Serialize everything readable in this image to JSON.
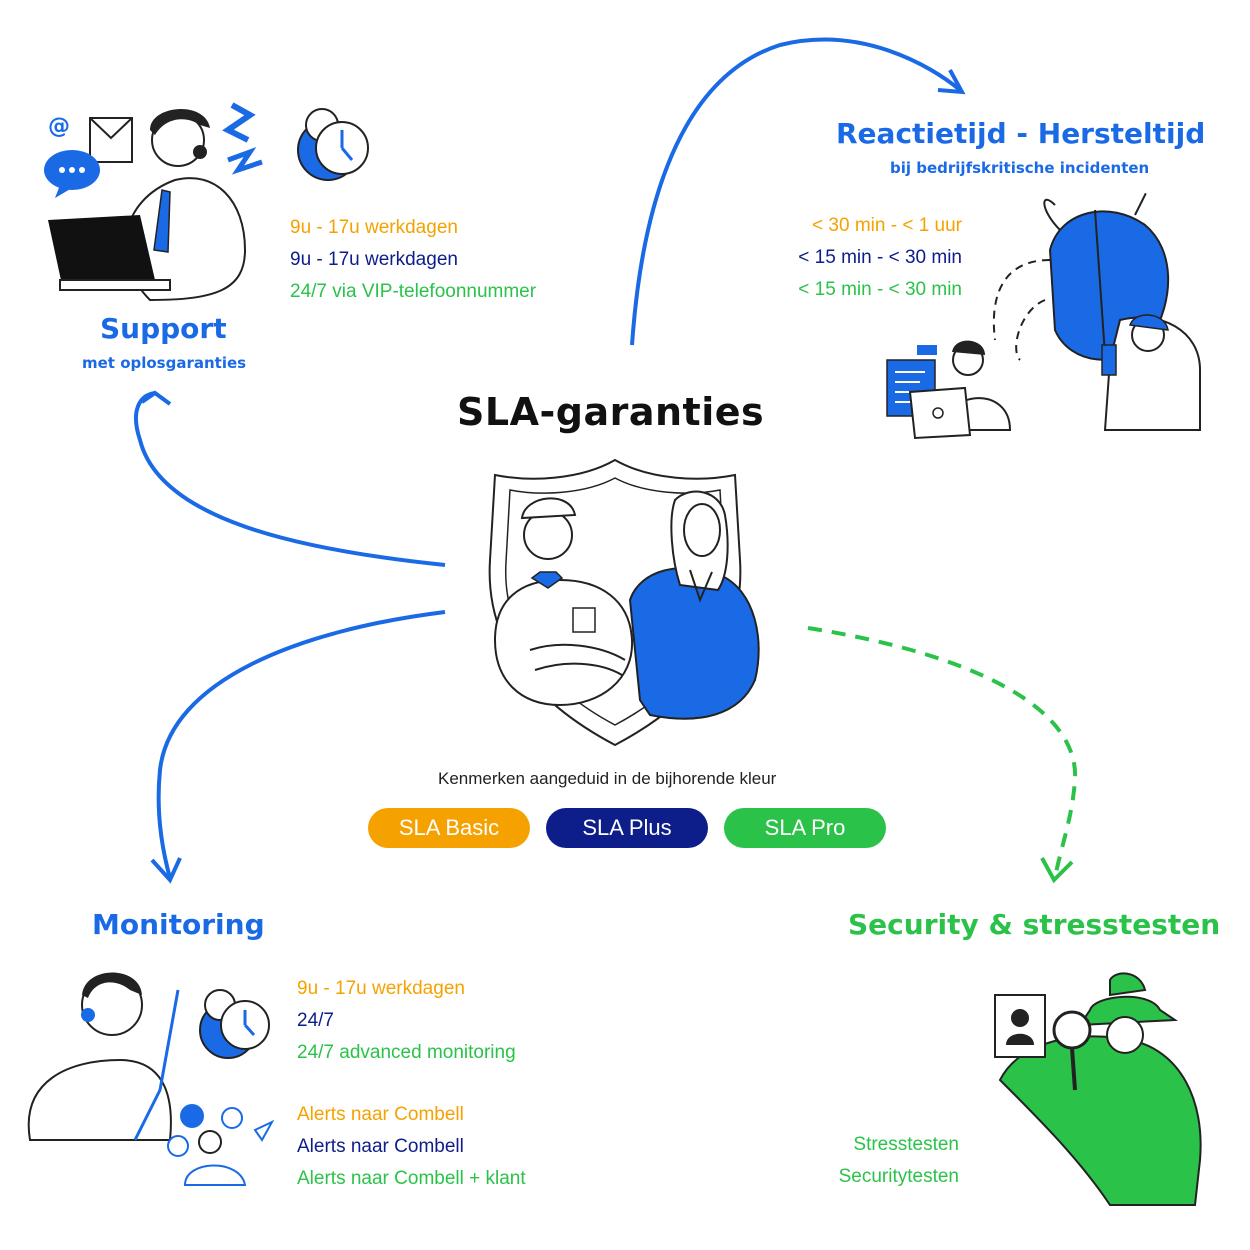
{
  "title": "SLA-garanties",
  "legend": {
    "caption": "Kenmerken aangeduid in de bijhorende kleur",
    "levels": [
      {
        "label": "SLA Basic",
        "color": "#f5a200"
      },
      {
        "label": "SLA Plus",
        "color": "#0d1d8a"
      },
      {
        "label": "SLA Pro",
        "color": "#2bc24a"
      }
    ]
  },
  "support": {
    "heading": "Support",
    "subheading": "met oplosgaranties",
    "lines": [
      "9u - 17u werkdagen",
      "9u - 17u werkdagen",
      "24/7 via VIP-telefoonnummer"
    ]
  },
  "reaction": {
    "heading": "Reactietijd - Hersteltijd",
    "subheading": "bij bedrijfskritische incidenten",
    "lines": [
      "< 30 min - < 1 uur",
      "< 15 min - < 30 min",
      "< 15 min - < 30 min"
    ]
  },
  "monitoring": {
    "heading": "Monitoring",
    "lines": [
      "9u - 17u werkdagen",
      "24/7",
      "24/7 advanced monitoring"
    ],
    "alerts": [
      "Alerts naar Combell",
      "Alerts naar Combell",
      "Alerts naar Combell + klant"
    ]
  },
  "security": {
    "heading": "Security & stresstesten",
    "lines": [
      "Stresstesten",
      "Securitytesten"
    ]
  },
  "colors": {
    "blue": "#1a6ae6",
    "green": "#2bc24a",
    "orange": "#f5a200",
    "navy": "#0d1d8a"
  }
}
